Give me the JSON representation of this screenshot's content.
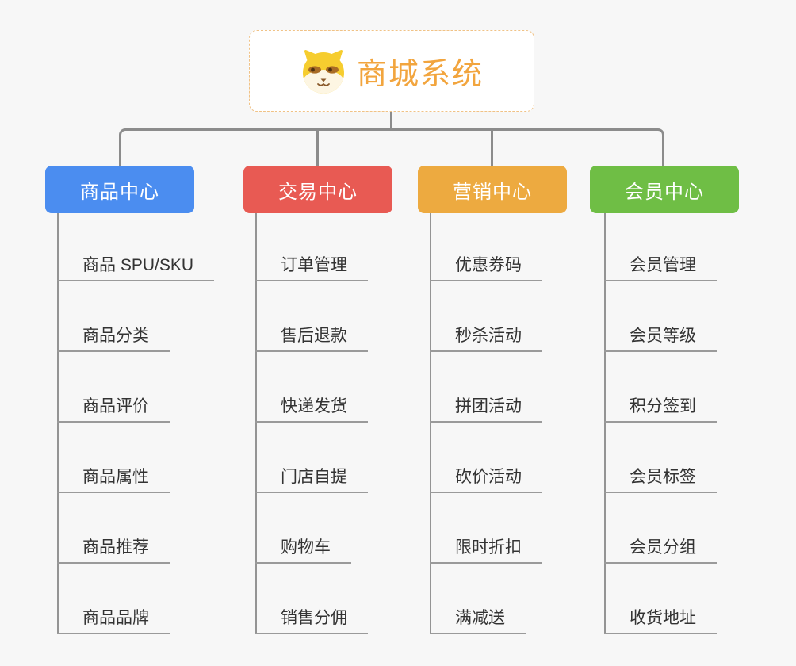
{
  "root": {
    "title": "商城系统",
    "icon": "dog-face-icon",
    "accent_color": "#f2a53e",
    "border_color": "#f0c286"
  },
  "connector_color": "#8c8c8c",
  "branches": [
    {
      "label": "商品中心",
      "color": "#4b8df0",
      "children": [
        "商品 SPU/SKU",
        "商品分类",
        "商品评价",
        "商品属性",
        "商品推荐",
        "商品品牌"
      ]
    },
    {
      "label": "交易中心",
      "color": "#e85a53",
      "children": [
        "订单管理",
        "售后退款",
        "快递发货",
        "门店自提",
        "购物车",
        "销售分佣"
      ]
    },
    {
      "label": "营销中心",
      "color": "#edaa40",
      "children": [
        "优惠券码",
        "秒杀活动",
        "拼团活动",
        "砍价活动",
        "限时折扣",
        "满减送"
      ]
    },
    {
      "label": "会员中心",
      "color": "#6fbe45",
      "children": [
        "会员管理",
        "会员等级",
        "积分签到",
        "会员标签",
        "会员分组",
        "收货地址"
      ]
    }
  ]
}
